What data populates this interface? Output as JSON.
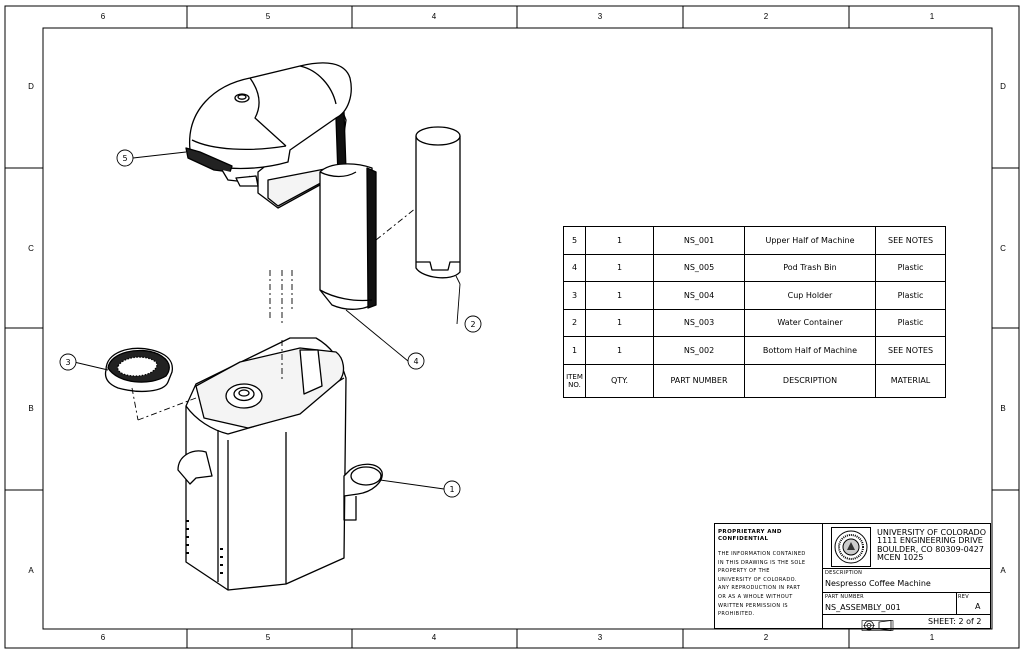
{
  "zones": {
    "columns": [
      "6",
      "5",
      "4",
      "3",
      "2",
      "1"
    ],
    "rows": [
      "D",
      "C",
      "B",
      "A"
    ]
  },
  "balloons": [
    "1",
    "2",
    "3",
    "4",
    "5"
  ],
  "bom": {
    "headers": {
      "item": "ITEM NO.",
      "qty": "QTY.",
      "part": "PART NUMBER",
      "desc": "DESCRIPTION",
      "mat": "MATERIAL"
    },
    "rows": [
      {
        "item": "5",
        "qty": "1",
        "part": "NS_001",
        "desc": "Upper Half of Machine",
        "mat": "SEE NOTES"
      },
      {
        "item": "4",
        "qty": "1",
        "part": "NS_005",
        "desc": "Pod Trash Bin",
        "mat": "Plastic"
      },
      {
        "item": "3",
        "qty": "1",
        "part": "NS_004",
        "desc": "Cup Holder",
        "mat": "Plastic"
      },
      {
        "item": "2",
        "qty": "1",
        "part": "NS_003",
        "desc": "Water Container",
        "mat": "Plastic"
      },
      {
        "item": "1",
        "qty": "1",
        "part": "NS_002",
        "desc": "Bottom Half of Machine",
        "mat": "SEE NOTES"
      }
    ]
  },
  "title_block": {
    "proprietary_title": [
      "PROPRIETARY AND",
      "CONFIDENTIAL"
    ],
    "proprietary_text": [
      "THE INFORMATION CONTAINED",
      "IN THIS DRAWING IS THE SOLE",
      "PROPERTY OF THE",
      "UNIVERSITY OF COLORADO.",
      "ANY REPRODUCTION IN PART",
      "OR AS A WHOLE WITHOUT",
      "WRITTEN PERMISSION IS",
      "PROHIBITED."
    ],
    "university": [
      "UNIVERSITY OF COLORADO",
      "1111 ENGINEERING DRIVE",
      "BOULDER, CO 80309-0427",
      "MCEN 1025"
    ],
    "description_label": "DESCRIPTION",
    "description": "Nespresso Coffee Machine",
    "part_number_label": "PART NUMBER",
    "part_number": "NS_ASSEMBLY_001",
    "rev_label": "REV",
    "rev": "A",
    "sheet": "SHEET:  2 of 2"
  }
}
